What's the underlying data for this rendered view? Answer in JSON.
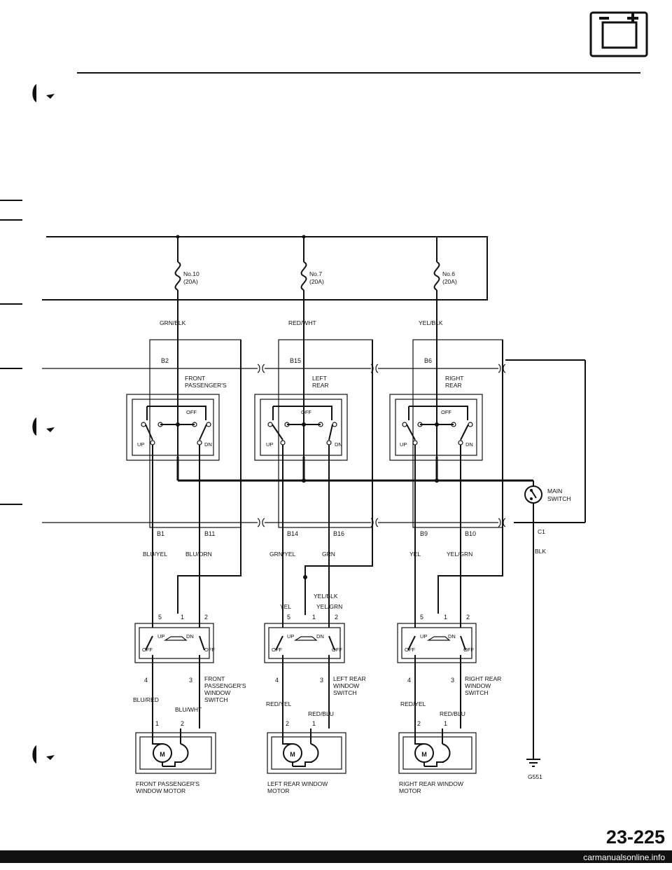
{
  "page_number": "23-225",
  "watermark": "carmanualsonline.info",
  "fuses": [
    {
      "label": "No.10",
      "rating": "(20A)"
    },
    {
      "label": "No.7",
      "rating": "(20A)"
    },
    {
      "label": "No.6",
      "rating": "(20A)"
    }
  ],
  "feed_wires": [
    "GRN/BLK",
    "RED/WHT",
    "YEL/BLK"
  ],
  "master_switches": [
    {
      "pin": "B2",
      "name_line1": "FRONT",
      "name_line2": "PASSENGER'S"
    },
    {
      "pin": "B15",
      "name_line1": "LEFT",
      "name_line2": "REAR"
    },
    {
      "pin": "B6",
      "name_line1": "RIGHT",
      "name_line2": "REAR"
    }
  ],
  "switch_contacts": {
    "off": "OFF",
    "up": "UP",
    "dn": "DN"
  },
  "main_switch": {
    "line1": "MAIN",
    "line2": "SWITCH",
    "pin": "C1",
    "wire": "BLK"
  },
  "master_lower_pins": [
    {
      "left": "B1",
      "right": "B11"
    },
    {
      "left": "B14",
      "right": "B16"
    },
    {
      "left": "B9",
      "right": "B10"
    }
  ],
  "master_out_wires": [
    {
      "left": "BLU/YEL",
      "right": "BLU/ORN"
    },
    {
      "left": "GRN/YEL",
      "right": "GRN"
    },
    {
      "left": "YEL",
      "right": "YEL/GRN"
    }
  ],
  "left_rear_feed": {
    "feed": "YEL/BLK",
    "left": "YEL",
    "right": "YEL/GRN"
  },
  "window_switches": [
    {
      "pin_a": "5",
      "pin_b": "1",
      "pin_c": "2",
      "pin_d": "4",
      "pin_e": "3",
      "name_line1": "FRONT",
      "name_line2": "PASSENGER'S",
      "name_line3": "WINDOW",
      "name_line4": "SWITCH",
      "out_left": "BLU/RED",
      "out_right": "BLU/WHT"
    },
    {
      "pin_a": "5",
      "pin_b": "1",
      "pin_c": "2",
      "pin_d": "4",
      "pin_e": "3",
      "name_line1": "LEFT REAR",
      "name_line2": "WINDOW",
      "name_line3": "SWITCH",
      "name_line4": "",
      "out_left": "RED/YEL",
      "out_right": "RED/BLU"
    },
    {
      "pin_a": "5",
      "pin_b": "1",
      "pin_c": "2",
      "pin_d": "4",
      "pin_e": "3",
      "name_line1": "RIGHT REAR",
      "name_line2": "WINDOW",
      "name_line3": "SWITCH",
      "name_line4": "",
      "out_left": "RED/YEL",
      "out_right": "RED/BLU"
    }
  ],
  "motors": [
    {
      "pin_left": "1",
      "pin_right": "2",
      "symbol": "M",
      "name_line1": "FRONT PASSENGER'S",
      "name_line2": "WINDOW MOTOR"
    },
    {
      "pin_left": "2",
      "pin_right": "1",
      "symbol": "M",
      "name_line1": "LEFT REAR WINDOW",
      "name_line2": "MOTOR"
    },
    {
      "pin_left": "2",
      "pin_right": "1",
      "symbol": "M",
      "name_line1": "RIGHT REAR WINDOW",
      "name_line2": "MOTOR"
    }
  ],
  "ground": "G551"
}
